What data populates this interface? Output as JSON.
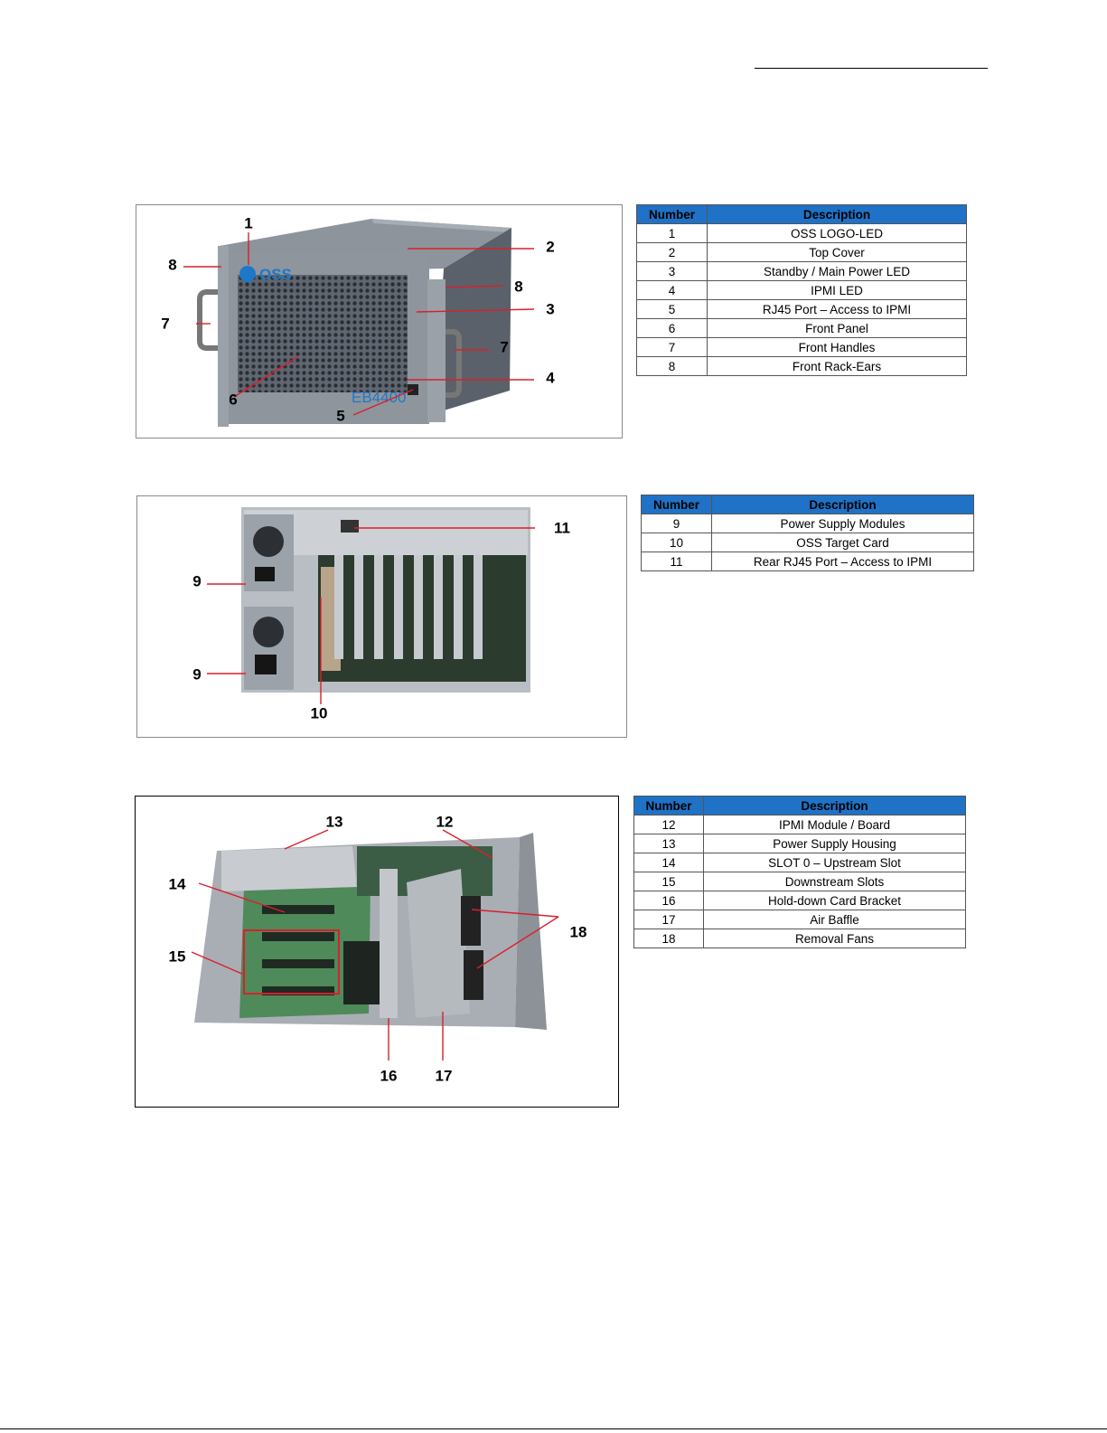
{
  "figure1": {
    "photo": "front-view-photo",
    "logo_text": "OSS",
    "model_text": "EB4400",
    "callouts": [
      "1",
      "2",
      "8",
      "8",
      "3",
      "7",
      "7",
      "6",
      "4",
      "5"
    ]
  },
  "table1": {
    "header_number": "Number",
    "header_description": "Description",
    "rows": [
      {
        "n": "1",
        "d": "OSS LOGO-LED"
      },
      {
        "n": "2",
        "d": "Top Cover"
      },
      {
        "n": "3",
        "d": "Standby / Main Power LED"
      },
      {
        "n": "4",
        "d": "IPMI LED"
      },
      {
        "n": "5",
        "d": "RJ45 Port – Access to IPMI"
      },
      {
        "n": "6",
        "d": "Front Panel"
      },
      {
        "n": "7",
        "d": "Front Handles"
      },
      {
        "n": "8",
        "d": "Front Rack-Ears"
      }
    ]
  },
  "figure2": {
    "photo": "rear-view-photo",
    "callouts": [
      "11",
      "9",
      "9",
      "10"
    ]
  },
  "table2": {
    "header_number": "Number",
    "header_description": "Description",
    "rows": [
      {
        "n": "9",
        "d": "Power Supply Modules"
      },
      {
        "n": "10",
        "d": "OSS Target Card"
      },
      {
        "n": "11",
        "d": "Rear RJ45 Port – Access to IPMI"
      }
    ]
  },
  "figure3": {
    "photo": "interior-view-photo",
    "callouts": [
      "13",
      "12",
      "14",
      "18",
      "15",
      "16",
      "17"
    ]
  },
  "table3": {
    "header_number": "Number",
    "header_description": "Description",
    "rows": [
      {
        "n": "12",
        "d": "IPMI Module / Board"
      },
      {
        "n": "13",
        "d": "Power Supply Housing"
      },
      {
        "n": "14",
        "d": "SLOT 0 – Upstream Slot"
      },
      {
        "n": "15",
        "d": "Downstream Slots"
      },
      {
        "n": "16",
        "d": "Hold-down Card Bracket"
      },
      {
        "n": "17",
        "d": "Air Baffle"
      },
      {
        "n": "18",
        "d": "Removal Fans"
      }
    ]
  },
  "colors": {
    "table_header": "#1f72c6",
    "callout_line": "#d9202b",
    "logo_blue": "#1e78c8"
  }
}
